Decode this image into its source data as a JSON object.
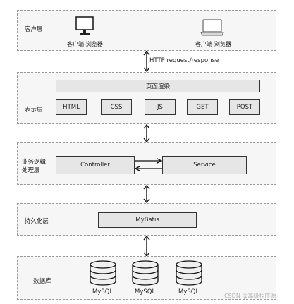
{
  "layers": {
    "client": {
      "label": "客户层",
      "desktop_caption": "客户端-浏览器",
      "laptop_caption": "客户端-浏览器"
    },
    "presentation": {
      "label": "表示层",
      "render_box": "页面渲染",
      "items": [
        "HTML",
        "CSS",
        "JS",
        "GET",
        "POST"
      ]
    },
    "business": {
      "label_line1": "业务逻辑",
      "label_line2": "处理层",
      "controller": "Controller",
      "service": "Service"
    },
    "persistence": {
      "label": "持久化层",
      "mybatis": "MyBatis"
    },
    "database": {
      "label": "数据库",
      "dbs": [
        "MySQL",
        "MySQL",
        "MySQL"
      ]
    }
  },
  "connector_label": "HTTP request/response",
  "watermark": "CSDN @高级程序源"
}
